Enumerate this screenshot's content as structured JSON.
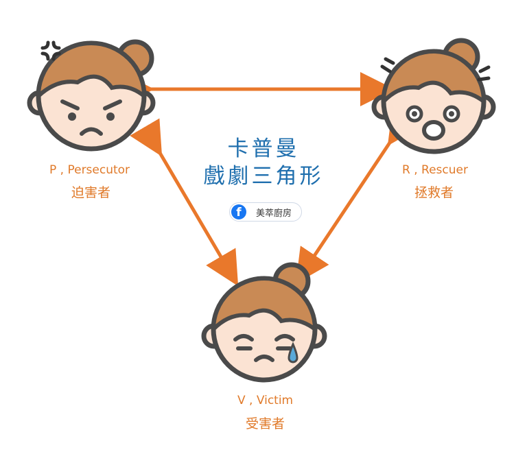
{
  "title": {
    "line1": "卡普曼",
    "line2": "戲劇三角形"
  },
  "badge": {
    "icon": "facebook-icon",
    "text": "美萃廚房"
  },
  "roles": {
    "persecutor": {
      "en": "P , Persecutor",
      "zh": "迫害者"
    },
    "rescuer": {
      "en": "R , Rescuer",
      "zh": "拯救者"
    },
    "victim": {
      "en": "V , Victim",
      "zh": "受害者"
    }
  },
  "colors": {
    "arrow": "#e9782b",
    "hair": "#c98a55",
    "skin": "#fbe3d3",
    "outline": "#4a4a4a",
    "title": "#1f6fae"
  }
}
